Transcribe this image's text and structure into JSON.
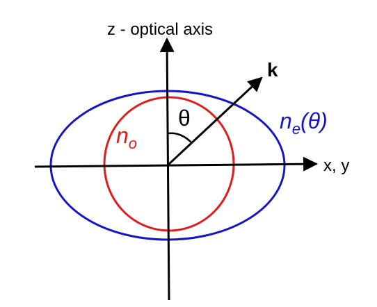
{
  "labels": {
    "z_axis": "z - optical axis",
    "xy_axis": "x, y",
    "wavevector": "k",
    "angle": "θ",
    "ordinary_index_base": "n",
    "ordinary_index_sub": "o",
    "extraordinary_index_base": "n",
    "extraordinary_index_sub": "e",
    "extraordinary_index_arg": "(θ)"
  },
  "colors": {
    "axes": "#000000",
    "ordinary_circle": "#e01c1c",
    "extraordinary_ellipse": "#1414c8",
    "ordinary_label": "#e01c1c",
    "extraordinary_label": "#1414c8"
  },
  "diagram": {
    "ordinary_shape": "circle",
    "extraordinary_shape": "ellipse",
    "angle_reference": "z - optical axis"
  }
}
